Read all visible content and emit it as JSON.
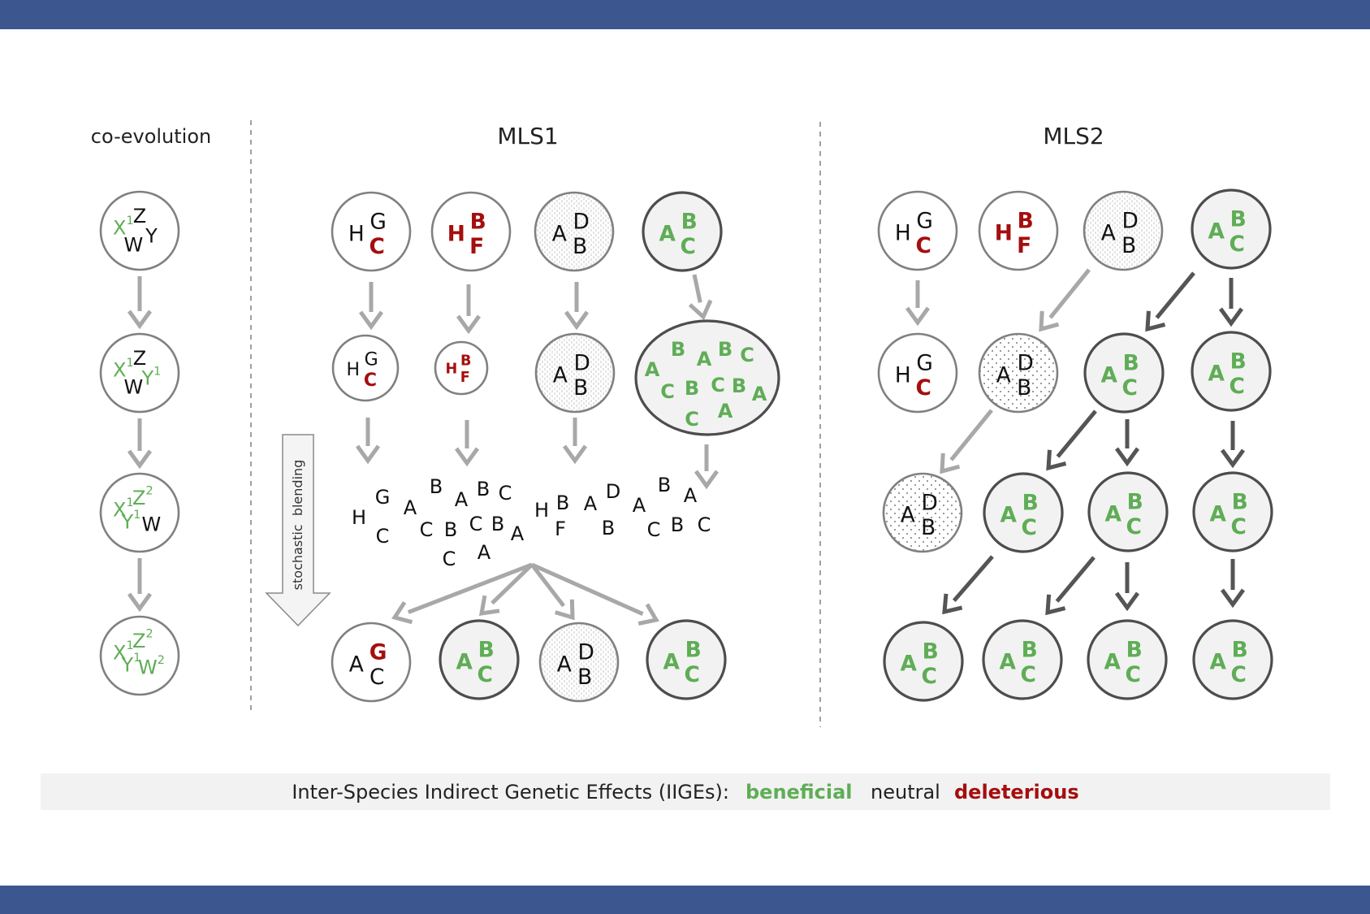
{
  "colors": {
    "frame": "#3c5790",
    "beneficial": "#5fad56",
    "neutral": "#111111",
    "deleterious": "#a50e0e",
    "arrow_light": "#a8a8a8",
    "arrow_dark": "#555555",
    "legend_bg": "#f2f2f2"
  },
  "headings": {
    "coevolution": "co-evolution",
    "mls1": "MLS1",
    "mls2": "MLS2"
  },
  "side_label": "stochastic  blending",
  "legend": {
    "intro": "Inter-Species Indirect Genetic Effects (IIGEs):",
    "beneficial": "beneficial",
    "neutral": "neutral",
    "deleterious": "deleterious"
  },
  "coevolution_circles": [
    [
      {
        "t": "X",
        "s": "1",
        "c": "g"
      },
      {
        "t": "Z",
        "c": "k"
      },
      {
        "t": "Y",
        "c": "k"
      },
      {
        "t": "W",
        "c": "k"
      }
    ],
    [
      {
        "t": "X",
        "s": "1",
        "c": "g"
      },
      {
        "t": "Z",
        "c": "k"
      },
      {
        "t": "Y",
        "s": "1",
        "c": "g"
      },
      {
        "t": "W",
        "c": "k"
      }
    ],
    [
      {
        "t": "X",
        "s": "1",
        "c": "g"
      },
      {
        "t": "Z",
        "s": "2",
        "c": "g"
      },
      {
        "t": "Y",
        "s": "1",
        "c": "g"
      },
      {
        "t": "W",
        "c": "k"
      }
    ],
    [
      {
        "t": "X",
        "s": "1",
        "c": "g"
      },
      {
        "t": "Z",
        "s": "2",
        "c": "g"
      },
      {
        "t": "Y",
        "s": "1",
        "c": "g"
      },
      {
        "t": "W",
        "s": "2",
        "c": "g"
      }
    ]
  ],
  "species": {
    "HGC": [
      {
        "t": "H",
        "c": "k"
      },
      {
        "t": "G",
        "c": "k"
      },
      {
        "t": "C",
        "c": "r"
      }
    ],
    "HBF": [
      {
        "t": "H",
        "c": "r"
      },
      {
        "t": "B",
        "c": "r"
      },
      {
        "t": "F",
        "c": "r"
      }
    ],
    "ADB": [
      {
        "t": "A",
        "c": "k"
      },
      {
        "t": "D",
        "c": "k"
      },
      {
        "t": "B",
        "c": "k"
      }
    ],
    "ABC": [
      {
        "t": "A",
        "c": "g"
      },
      {
        "t": "B",
        "c": "g"
      },
      {
        "t": "C",
        "c": "g"
      }
    ],
    "AGC": [
      {
        "t": "A",
        "c": "k"
      },
      {
        "t": "G",
        "c": "r"
      },
      {
        "t": "C",
        "c": "k"
      }
    ]
  },
  "big_cluster": [
    {
      "t": "B",
      "c": "g"
    },
    {
      "t": "A",
      "c": "g"
    },
    {
      "t": "B",
      "c": "g"
    },
    {
      "t": "C",
      "c": "g"
    },
    {
      "t": "A",
      "c": "g"
    },
    {
      "t": "C",
      "c": "g"
    },
    {
      "t": "B",
      "c": "g"
    },
    {
      "t": "C",
      "c": "g"
    },
    {
      "t": "B",
      "c": "g"
    },
    {
      "t": "A",
      "c": "g"
    },
    {
      "t": "C",
      "c": "g"
    },
    {
      "t": "A",
      "c": "g"
    }
  ],
  "blend_letters": [
    {
      "t": "H"
    },
    {
      "t": "G"
    },
    {
      "t": "C"
    },
    {
      "t": "A"
    },
    {
      "t": "B"
    },
    {
      "t": "C"
    },
    {
      "t": "B"
    },
    {
      "t": "A"
    },
    {
      "t": "C"
    },
    {
      "t": "B"
    },
    {
      "t": "C"
    },
    {
      "t": "A"
    },
    {
      "t": "B"
    },
    {
      "t": "C"
    },
    {
      "t": "A"
    },
    {
      "t": "H"
    },
    {
      "t": "B"
    },
    {
      "t": "F"
    },
    {
      "t": "A"
    },
    {
      "t": "D"
    },
    {
      "t": "B"
    },
    {
      "t": "A"
    },
    {
      "t": "C"
    },
    {
      "t": "B"
    },
    {
      "t": "B"
    },
    {
      "t": "A"
    },
    {
      "t": "C"
    }
  ]
}
